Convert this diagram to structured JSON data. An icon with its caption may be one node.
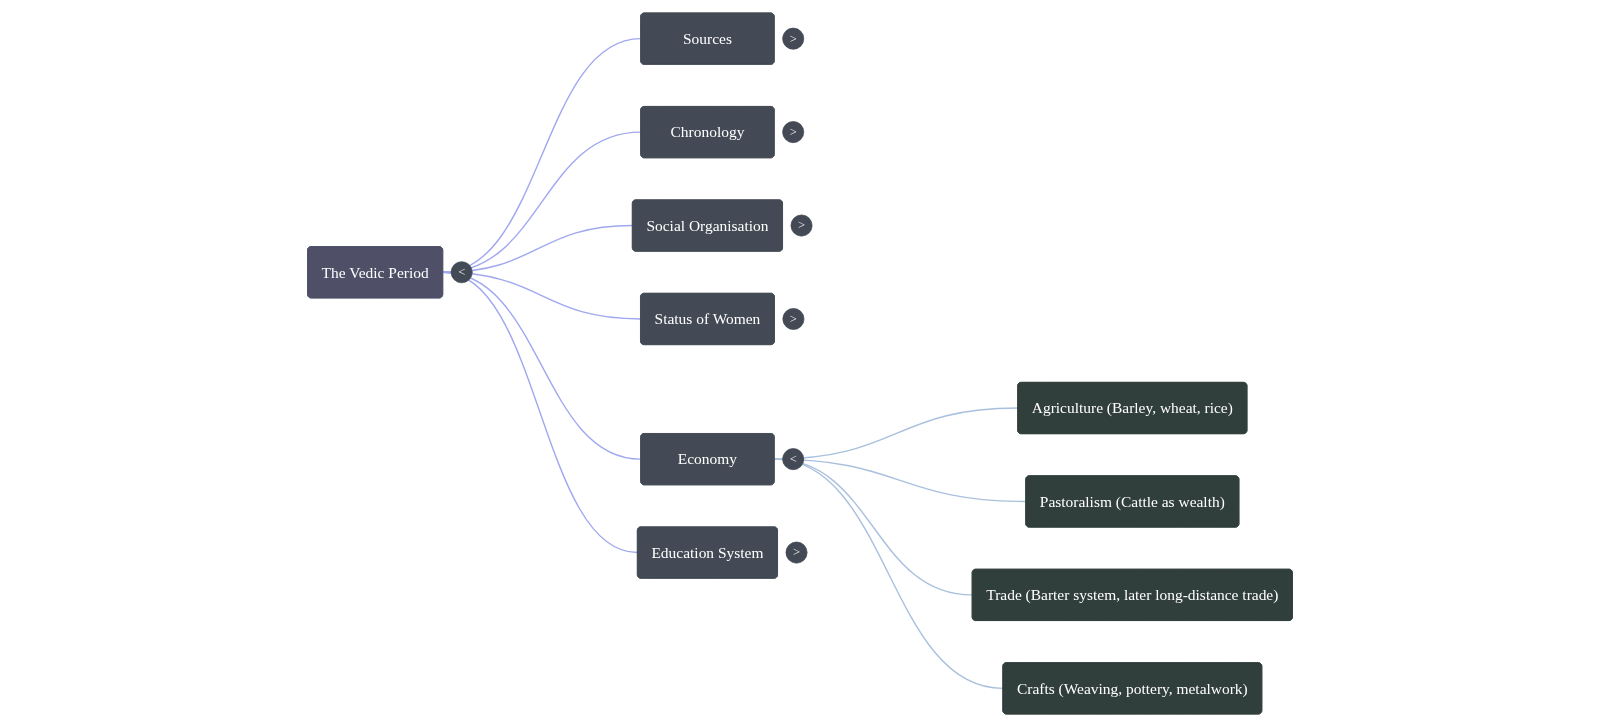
{
  "diagram": {
    "nodes": [
      {
        "text": [
          "The Vedic Period"
        ],
        "beside": [
          "<"
        ]
      },
      {
        "text": [
          "Sources"
        ],
        "beside": [
          ">"
        ]
      },
      {
        "text": [
          "Chronology"
        ],
        "beside": [
          ">"
        ]
      },
      {
        "text": [
          "Social Organisation"
        ],
        "beside": [
          ">"
        ]
      },
      {
        "text": [
          "Status of Women"
        ],
        "beside": [
          ">"
        ]
      },
      {
        "text": [
          "Economy"
        ],
        "beside": [
          "<"
        ]
      },
      {
        "text": [
          "Education System"
        ],
        "beside": [
          ">"
        ]
      },
      {
        "text": [
          "Agriculture (Barley, wheat, rice)"
        ]
      },
      {
        "text": [
          "Pastoralism (Cattle as wealth)"
        ]
      },
      {
        "text": [
          "Trade (Barter system, later long-distance trade)"
        ]
      },
      {
        "text": [
          "Crafts (Weaving, pottery, metalwork)"
        ]
      }
    ],
    "edges": [
      {
        "from": 0,
        "to": 1,
        "arrow": "none"
      },
      {
        "from": 0,
        "to": 2,
        "arrow": "none"
      },
      {
        "from": 0,
        "to": 3,
        "arrow": "none"
      },
      {
        "from": 0,
        "to": 4,
        "arrow": "none"
      },
      {
        "from": 0,
        "to": 5,
        "arrow": "none"
      },
      {
        "from": 0,
        "to": 6,
        "arrow": "none"
      },
      {
        "from": 5,
        "to": 7,
        "arrow": "none",
        "color": "#a9c0dd"
      },
      {
        "from": 5,
        "to": 8,
        "arrow": "none",
        "color": "#a9c0dd"
      },
      {
        "from": 5,
        "to": 9,
        "arrow": "none",
        "color": "#a9c0dd"
      },
      {
        "from": 5,
        "to": 10,
        "arrow": "none",
        "color": "#a9c0dd"
      }
    ]
  }
}
